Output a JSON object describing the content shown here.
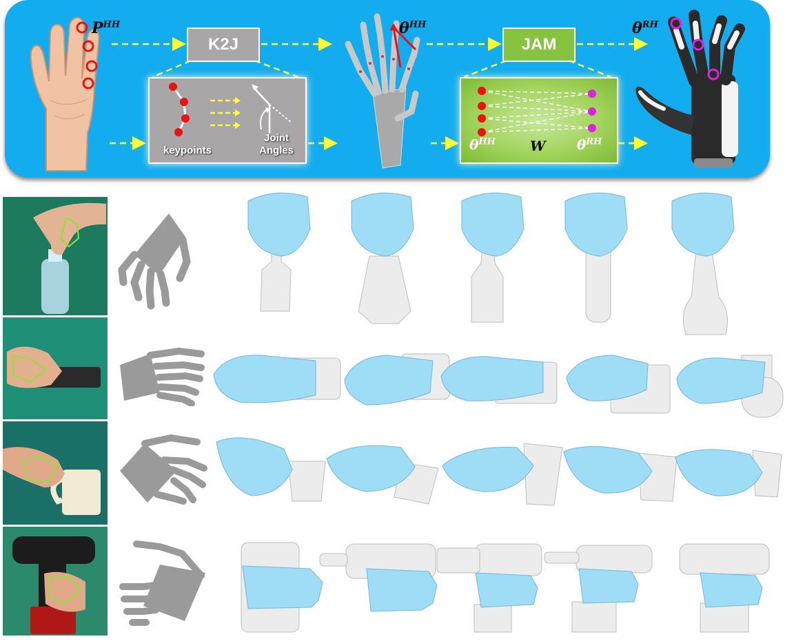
{
  "pipeline": {
    "k2j_label": "K2J",
    "jam_label": "JAM",
    "keypoints_label": "keypoints",
    "joint_angles_label": "Joint\nAngles",
    "p_hh": {
      "base": "P",
      "sup": "HH"
    },
    "theta_hh_top": {
      "base": "θ",
      "sup": "HH"
    },
    "theta_rh_top": {
      "base": "θ",
      "sup": "RH"
    },
    "theta_hh_jam": {
      "base": "θ",
      "sup": "HH"
    },
    "w": "W",
    "theta_rh_jam": {
      "base": "θ",
      "sup": "RH"
    }
  },
  "colors": {
    "panel": "#12acef",
    "k2j": "#a8a6a6",
    "jam": "#86c341",
    "arrow": "#ffff33",
    "keypoint": "#ee1111",
    "target": "#e020e0",
    "hand": "#9fdcf5",
    "source_hand": "#9a9a9a",
    "object": "#ececec"
  },
  "rows": [
    {
      "object": "bottle",
      "photo_background": "#1e7a5e"
    },
    {
      "object": "camera",
      "photo_background": "#1f8f77"
    },
    {
      "object": "mug",
      "photo_background": "#1a6f66"
    },
    {
      "object": "drill",
      "photo_background": "#2b8a6c"
    }
  ],
  "robot_hand_columns": 5
}
